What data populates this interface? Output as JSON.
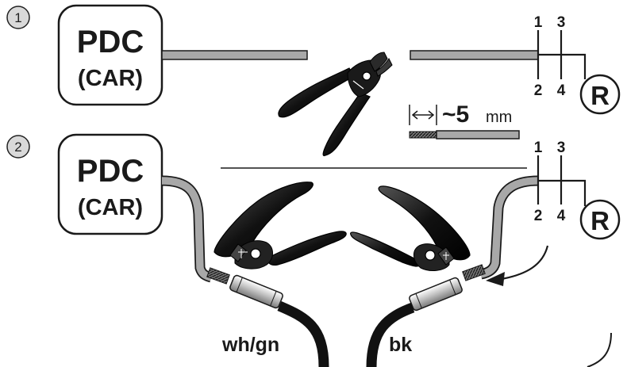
{
  "steps": [
    {
      "number": "1",
      "device_line1": "PDC",
      "device_line2": "(CAR)",
      "pins_top": [
        "1",
        "3"
      ],
      "pins_bottom": [
        "2",
        "4"
      ],
      "relay_label": "R"
    },
    {
      "number": "2",
      "device_line1": "PDC",
      "device_line2": "(CAR)",
      "pins_top": [
        "1",
        "3"
      ],
      "pins_bottom": [
        "2",
        "4"
      ],
      "relay_label": "R"
    }
  ],
  "strip_length": {
    "tilde_value": "~5",
    "unit": "mm"
  },
  "wire_labels": {
    "left": "wh/gn",
    "right": "bk"
  },
  "colors": {
    "ink": "#1a1a1a",
    "cable_gray": "#a8a8a8",
    "step_circle_fill": "#d9d9d9"
  },
  "icons": [
    "wire-cutter-icon",
    "crimping-pliers-icon",
    "butt-connector-icon",
    "relay-icon"
  ]
}
